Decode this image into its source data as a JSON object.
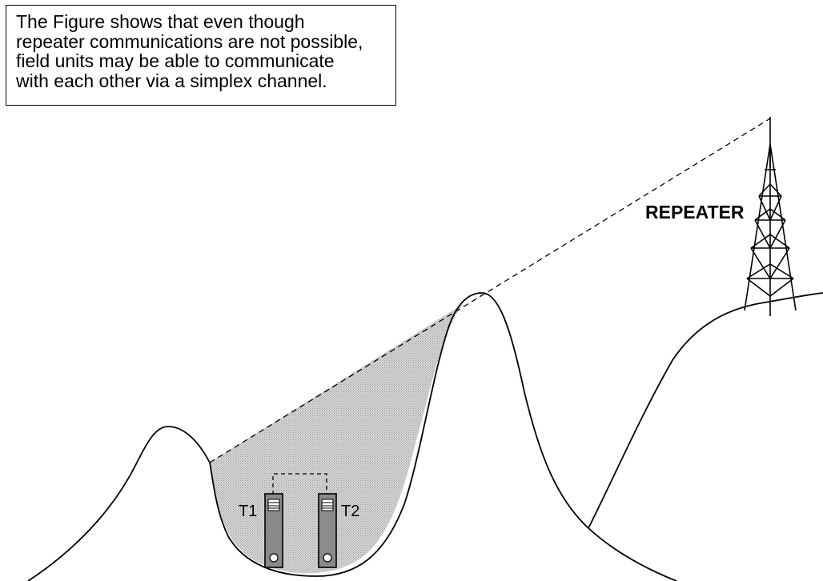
{
  "caption": {
    "lines": [
      "The Figure shows that even though",
      "repeater communications are not possible,",
      "field units may be able to communicate",
      "with each other via a simplex channel."
    ]
  },
  "labels": {
    "repeater": "REPEATER",
    "t1": "T1",
    "t2": "T2"
  },
  "colors": {
    "line": "#000000",
    "shaded_region": "#cfcfcf",
    "radio_body": "#8a8a8a",
    "background": "#ffffff"
  },
  "icons": {
    "tower": "repeater-tower-icon",
    "radio": "handheld-radio-icon"
  }
}
